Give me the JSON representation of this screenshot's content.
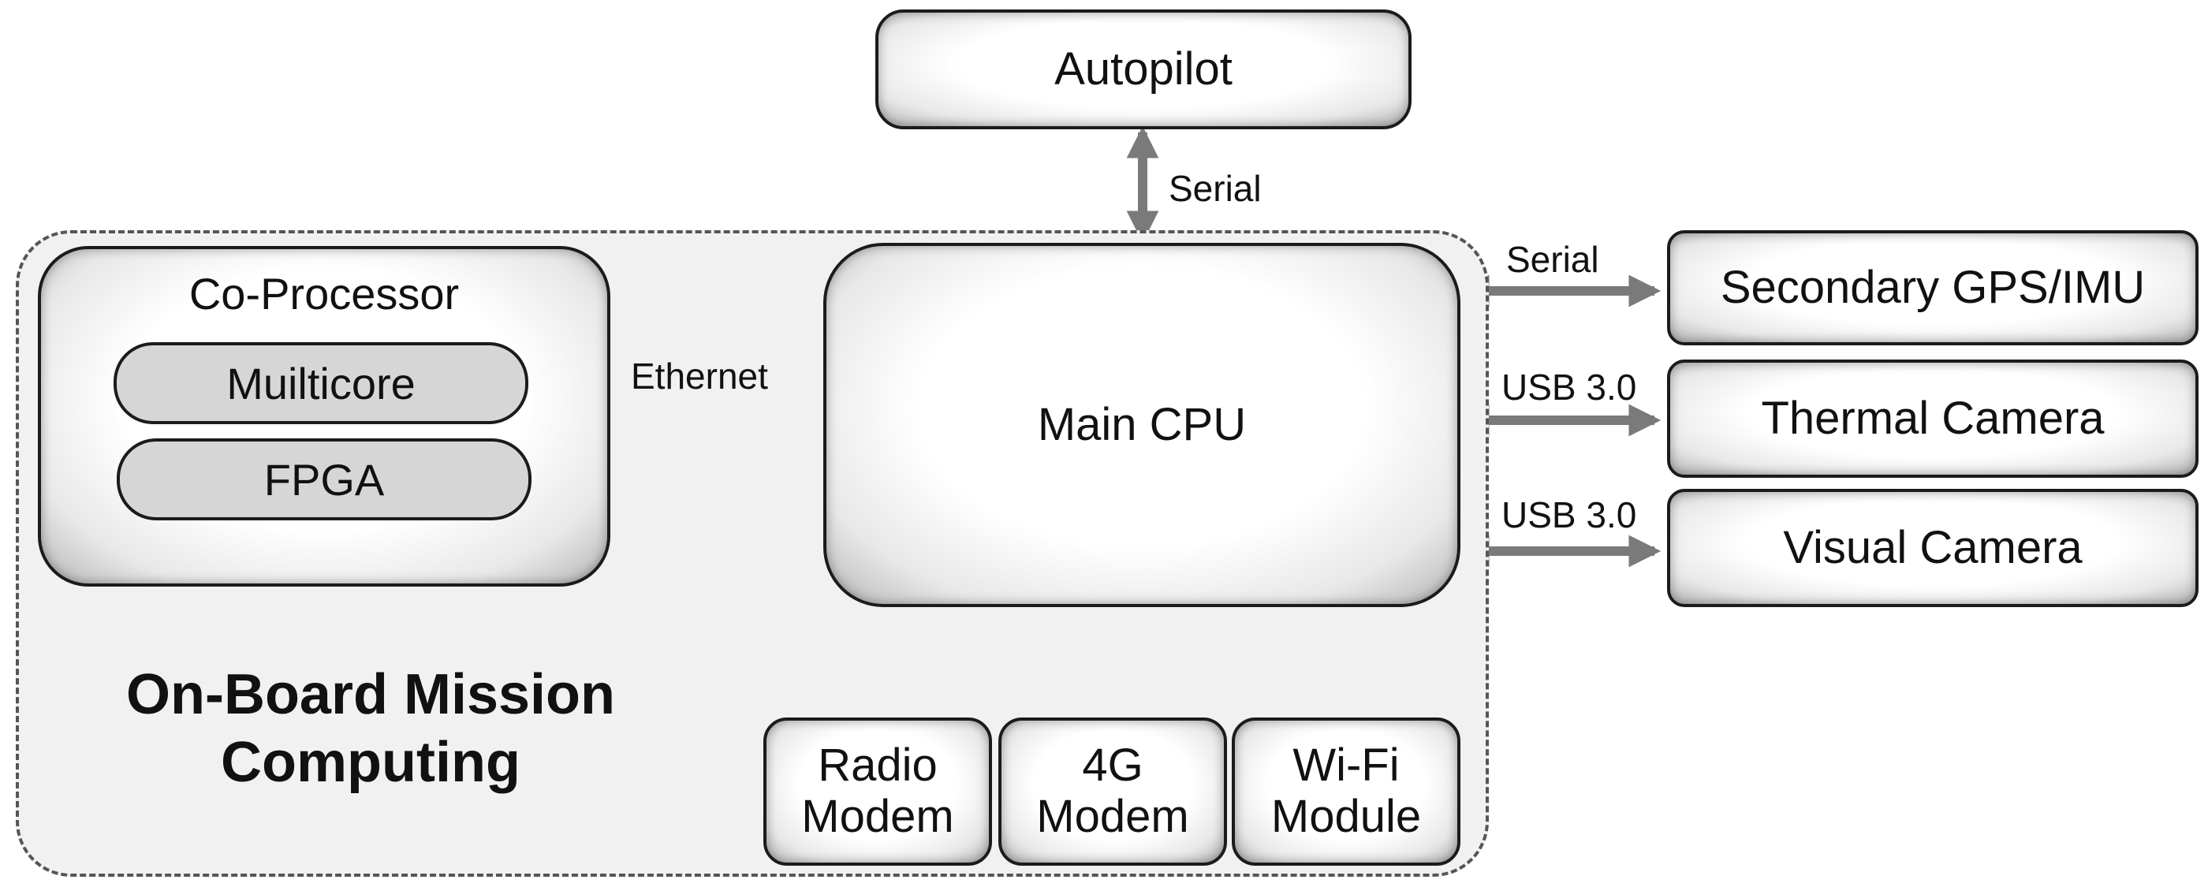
{
  "diagram": {
    "frame_title_line1": "On-Board Mission",
    "frame_title_line2": "Computing",
    "nodes": {
      "autopilot": "Autopilot",
      "main_cpu": "Main CPU",
      "co_processor": "Co-Processor",
      "multicore": "Muilticore",
      "fpga": "FPGA",
      "secondary_gps_imu": "Secondary GPS/IMU",
      "thermal_camera": "Thermal Camera",
      "visual_camera": "Visual Camera",
      "radio_modem_line1": "Radio",
      "radio_modem_line2": "Modem",
      "g4_modem_line1": "4G",
      "g4_modem_line2": "Modem",
      "wifi_module_line1": "Wi-Fi",
      "wifi_module_line2": "Module"
    },
    "links": {
      "autopilot_cpu": "Serial",
      "coproc_cpu": "Ethernet",
      "cpu_gps": "Serial",
      "cpu_thermal": "USB 3.0",
      "cpu_visual": "USB 3.0"
    },
    "colors": {
      "arrow": "#7a7a7a",
      "frame_fill": "#f1f1f1",
      "pill_fill": "#d6d6d6"
    }
  }
}
